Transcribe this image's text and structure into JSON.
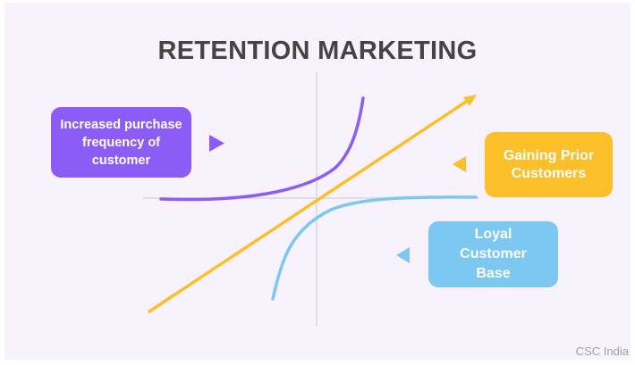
{
  "title": "RETENTION MARKETING",
  "labels": {
    "purchase_frequency": "Increased purchase\nfrequency of\ncustomer",
    "prior_customers": "Gaining Prior\nCustomers",
    "loyal_base": "Loyal\nCustomer\nBase"
  },
  "watermark": "CSC India",
  "colors": {
    "background": "#f7f2fc",
    "title": "#444444",
    "purple": "#8b5cf6",
    "yellow": "#fbbf2a",
    "blue": "#7cc8f2",
    "axis": "#dcd6e6"
  }
}
